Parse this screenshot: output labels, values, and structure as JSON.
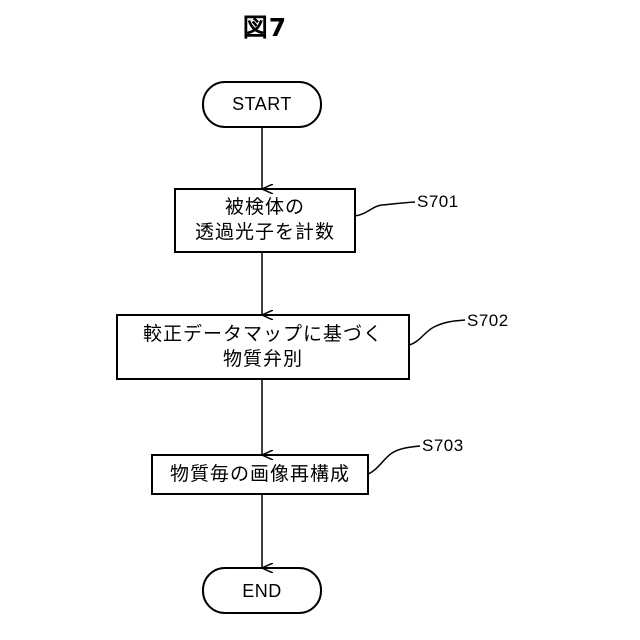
{
  "figure": {
    "title": "図7"
  },
  "nodes": {
    "start": {
      "label": "START"
    },
    "step1": {
      "lines": [
        "被検体の",
        "透過光子を計数"
      ],
      "id": "S701"
    },
    "step2": {
      "lines": [
        "較正データマップに基づく",
        "物質弁別"
      ],
      "id": "S702"
    },
    "step3": {
      "lines": [
        "物質毎の画像再構成"
      ],
      "id": "S703"
    },
    "end": {
      "label": "END"
    }
  }
}
